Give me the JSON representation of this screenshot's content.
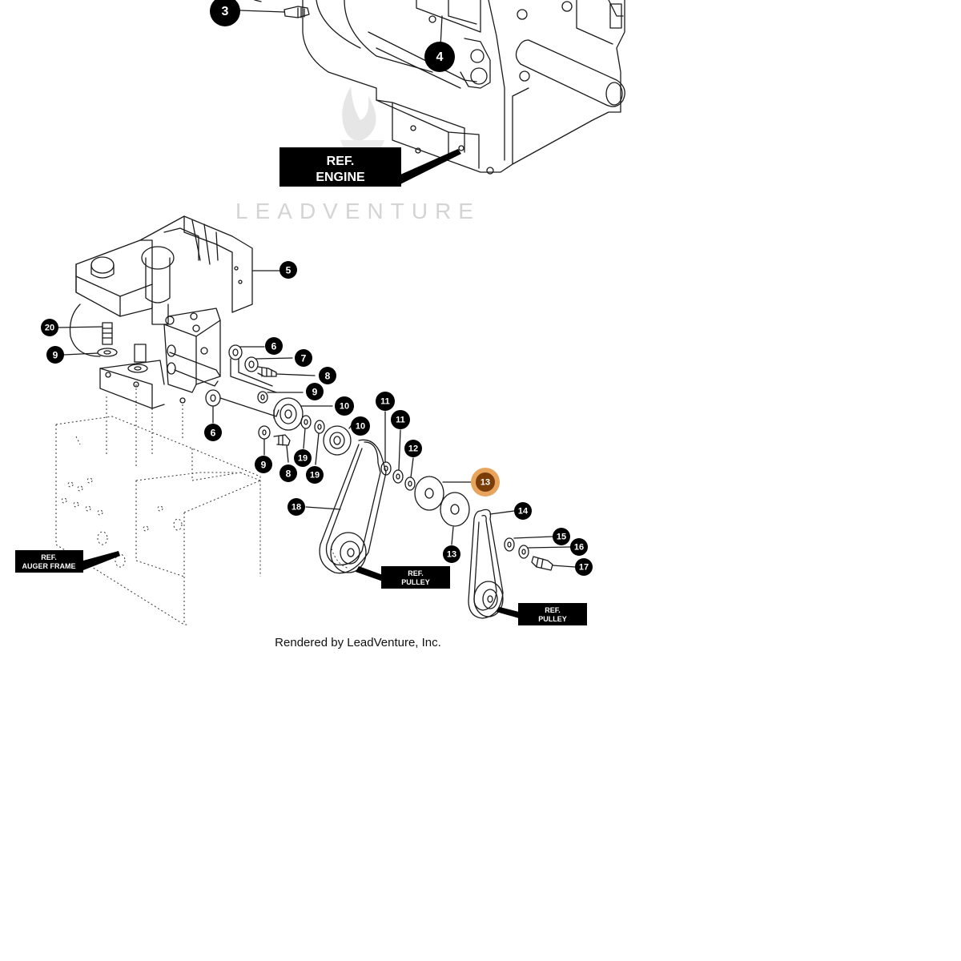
{
  "watermark": {
    "brand": "LEADVENTURE"
  },
  "footer": {
    "credit": "Rendered by LeadVenture, Inc."
  },
  "reference_labels": {
    "engine_line1": "REF.",
    "engine_line2": "ENGINE",
    "auger_line1": "REF.",
    "auger_line2": "AUGER FRAME",
    "pulley_a_line1": "REF.",
    "pulley_a_line2": "PULLEY",
    "pulley_b_line1": "REF.",
    "pulley_b_line2": "PULLEY"
  },
  "callouts": [
    {
      "id": "c3",
      "label": "3"
    },
    {
      "id": "c4",
      "label": "4"
    },
    {
      "id": "c5",
      "label": "5"
    },
    {
      "id": "c20",
      "label": "20"
    },
    {
      "id": "c9a",
      "label": "9"
    },
    {
      "id": "c6a",
      "label": "6"
    },
    {
      "id": "c7",
      "label": "7"
    },
    {
      "id": "c8a",
      "label": "8"
    },
    {
      "id": "c9b",
      "label": "9"
    },
    {
      "id": "c10a",
      "label": "10"
    },
    {
      "id": "c10b",
      "label": "10"
    },
    {
      "id": "c6b",
      "label": "6"
    },
    {
      "id": "c9c",
      "label": "9"
    },
    {
      "id": "c8b",
      "label": "8"
    },
    {
      "id": "c19a",
      "label": "19"
    },
    {
      "id": "c19b",
      "label": "19"
    },
    {
      "id": "c11a",
      "label": "11"
    },
    {
      "id": "c11b",
      "label": "11"
    },
    {
      "id": "c12",
      "label": "12"
    },
    {
      "id": "c13a",
      "label": "13"
    },
    {
      "id": "c13b",
      "label": "13"
    },
    {
      "id": "c14",
      "label": "14"
    },
    {
      "id": "c15",
      "label": "15"
    },
    {
      "id": "c16",
      "label": "16"
    },
    {
      "id": "c17",
      "label": "17"
    },
    {
      "id": "c18",
      "label": "18"
    }
  ],
  "highlighted_callout": "c13a",
  "colors": {
    "callout_fill": "#000000",
    "highlight_ring": "#e8a45c",
    "highlight_fill": "#7a3d08"
  }
}
